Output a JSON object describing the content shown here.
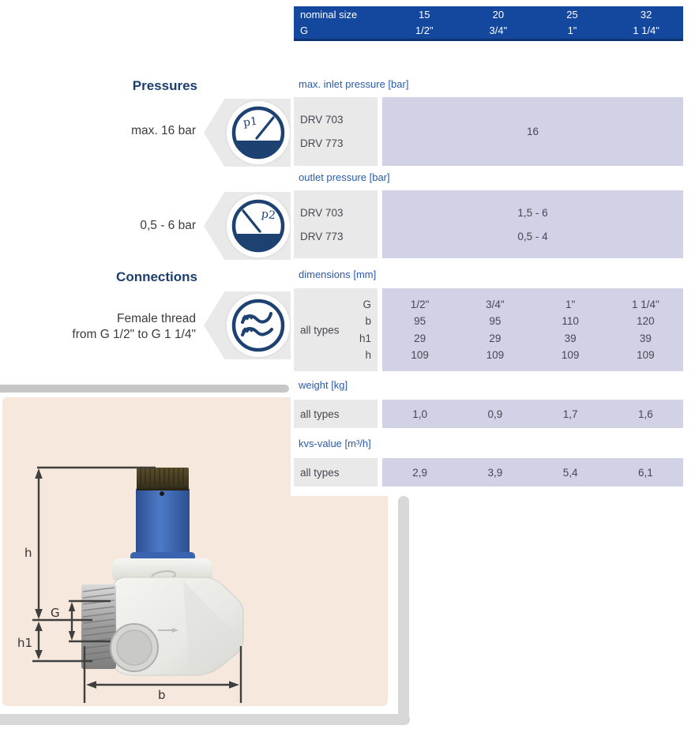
{
  "header_table": {
    "rows": [
      {
        "label": "nominal size",
        "values": [
          "15",
          "20",
          "25",
          "32"
        ]
      },
      {
        "label": "G",
        "values": [
          "1/2\"",
          "3/4\"",
          "1\"",
          "1 1/4\""
        ]
      }
    ]
  },
  "left": {
    "pressures_heading": "Pressures",
    "max_inlet": "max. 16 bar",
    "outlet_range": "0,5 - 6 bar",
    "connections_heading": "Connections",
    "thread_line1": "Female thread",
    "thread_line2": "from G 1/2\" to G 1 1/4\"",
    "gauge1_label": "p1",
    "gauge2_label": "p2"
  },
  "icons": {
    "gauge1": "inlet-pressure-gauge-icon",
    "gauge2": "outlet-pressure-gauge-icon",
    "thread": "female-thread-icon"
  },
  "sections": {
    "inlet": {
      "title": "max. inlet pressure [bar]",
      "row_labels": [
        "DRV 703",
        "DRV 773"
      ],
      "value": "16"
    },
    "outlet": {
      "title": "outlet pressure [bar]",
      "rows": [
        {
          "label": "DRV 703",
          "value": "1,5 - 6"
        },
        {
          "label": "DRV 773",
          "value": "0,5 - 4"
        }
      ]
    },
    "dimensions": {
      "title": "dimensions [mm]",
      "group_label": "all types",
      "rows": [
        {
          "label": "G",
          "values": [
            "1/2\"",
            "3/4\"",
            "1\"",
            "1 1/4\""
          ]
        },
        {
          "label": "b",
          "values": [
            "95",
            "95",
            "110",
            "120"
          ]
        },
        {
          "label": "h1",
          "values": [
            "29",
            "29",
            "39",
            "39"
          ]
        },
        {
          "label": "h",
          "values": [
            "109",
            "109",
            "109",
            "109"
          ]
        }
      ]
    },
    "weight": {
      "title": "weight [kg]",
      "group_label": "all types",
      "values": [
        "1,0",
        "0,9",
        "1,7",
        "1,6"
      ]
    },
    "kvs": {
      "title": "kvs-value [m³/h]",
      "group_label": "all types",
      "values": [
        "2,9",
        "3,9",
        "5,4",
        "6,1"
      ]
    }
  },
  "drawing": {
    "h_label": "h",
    "h1_label": "h1",
    "g_label": "G",
    "b_label": "b"
  },
  "colors": {
    "header_bar_blue": "#14479e",
    "section_title_blue": "#2b5ba8",
    "left_heading_navy": "#1d3f6e",
    "cell_gray": "#e9e9e9",
    "cell_lavender": "#d2d2e7",
    "beige_panel": "#f6e8dc",
    "icon_navy": "#1d4271",
    "frame_gray": "#d8d8d8",
    "valve_blue": "#3f6ab8"
  }
}
